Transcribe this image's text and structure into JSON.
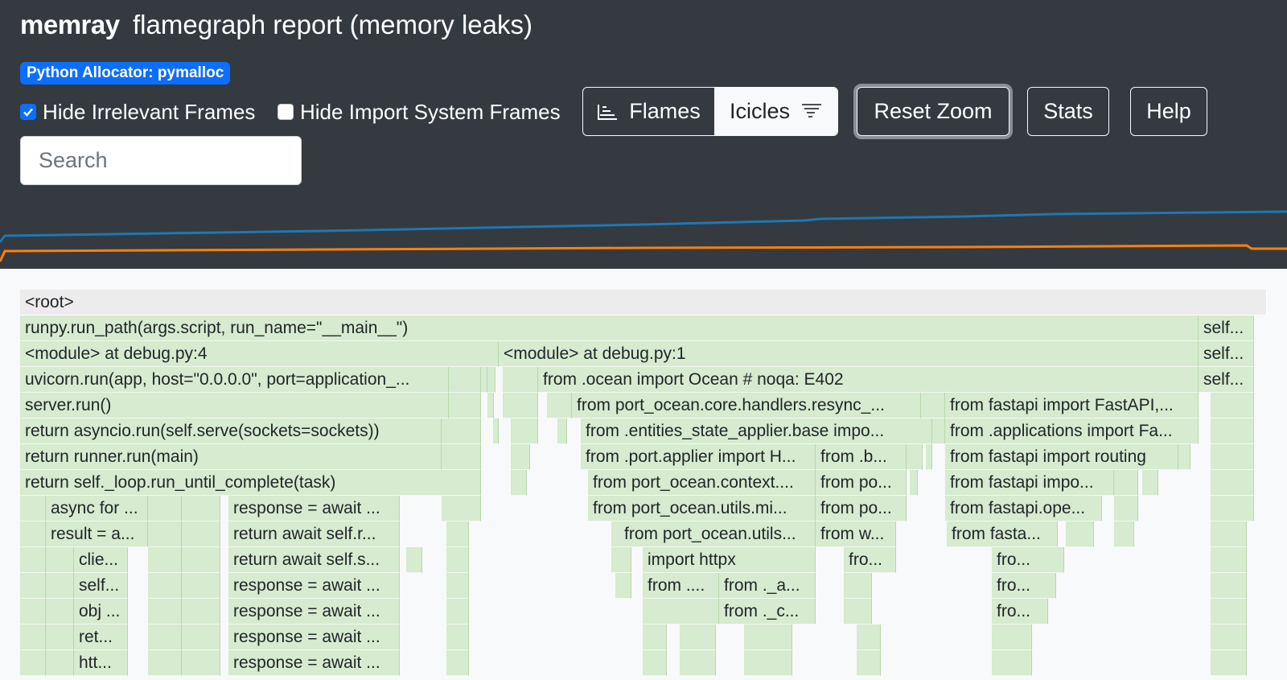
{
  "header": {
    "brand": "memray",
    "title": "flamegraph report (memory leaks)",
    "allocator_badge": "Python Allocator: pymalloc",
    "hide_irrelevant": {
      "label": "Hide Irrelevant Frames",
      "checked": true
    },
    "hide_import": {
      "label": "Hide Import System Frames",
      "checked": false
    },
    "search_placeholder": "Search",
    "view_toggle": {
      "flames": "Flames",
      "icicles": "Icicles",
      "active": "icicles"
    },
    "reset_zoom": "Reset Zoom",
    "stats": "Stats",
    "help": "Help"
  },
  "colors": {
    "header_bg": "#343a40",
    "accent": "#0d6efd",
    "frame_fill": "#d6ebcf",
    "memory_line_blue": "#1f77b4",
    "memory_line_orange": "#ff7f0e"
  },
  "flamegraph": {
    "labels": {
      "root": "<root>",
      "runpy": "runpy.run_path(args.script, run_name=\"__main__\")",
      "self1": "self...",
      "module4": "<module> at debug.py:4",
      "module1": "<module> at debug.py:1",
      "self2": "self...",
      "uvicorn": "uvicorn.run(app, host=\"0.0.0.0\", port=application_...",
      "ocean_import": "from .ocean import Ocean # noqa: E402",
      "self3": "self...",
      "server_run": "server.run()",
      "port_ocean_handlers": "from port_ocean.core.handlers.resync_...",
      "fastapi_import": "from fastapi import FastAPI,...",
      "asyncio_run": "return asyncio.run(self.serve(sockets=sockets))",
      "entities_state": "from .entities_state_applier.base impo...",
      "applications_import": "from .applications import Fa...",
      "runner_run": "return runner.run(main)",
      "port_applier": "from .port.applier import H...",
      "from_b": "from .b...",
      "fastapi_routing": "from fastapi import routing",
      "loop_run": "return self._loop.run_until_complete(task)",
      "port_ocean_context": "from port_ocean.context....",
      "from_po1": "from po...",
      "fastapi_impo": "from fastapi impo...",
      "async_for": "async for ...",
      "response_await1": "response = await ...",
      "port_ocean_utils_mi": "from port_ocean.utils.mi...",
      "from_po2": "from po...",
      "fastapi_ope": "from fastapi.ope...",
      "result_a": "result = a...",
      "return_await_r": "return await self.r...",
      "port_ocean_utils": "from port_ocean.utils...",
      "from_w": "from w...",
      "from_fasta": "from fasta...",
      "clie": "clie...",
      "return_await_s": "return await self.s...",
      "import_httpx": "import httpx",
      "fro1": "fro...",
      "fro2": "fro...",
      "self4": "self...",
      "response_await2": "response = await ...",
      "from_dots": "from ....",
      "from_a": "from ._a...",
      "fro3": "fro...",
      "obj": "obj ...",
      "response_await3": "response = await ...",
      "from_c": "from ._c...",
      "fro4": "fro...",
      "ret": "ret...",
      "response_await4": "response = await ...",
      "htt": "htt...",
      "response_await5": "response = await ..."
    }
  }
}
